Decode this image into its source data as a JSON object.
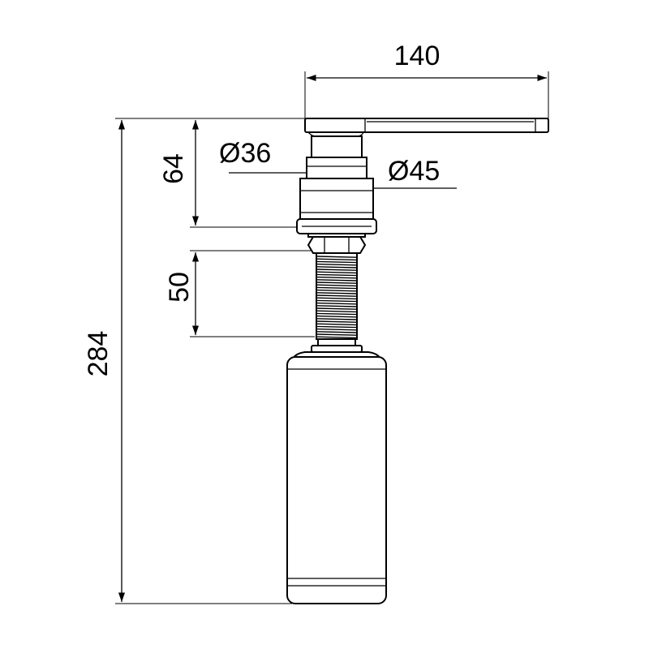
{
  "dimensions": {
    "spout_length": "140",
    "head_height": "64",
    "dia_small": "Ø36",
    "dia_large": "Ø45",
    "thread_length": "50",
    "overall_height": "284"
  }
}
